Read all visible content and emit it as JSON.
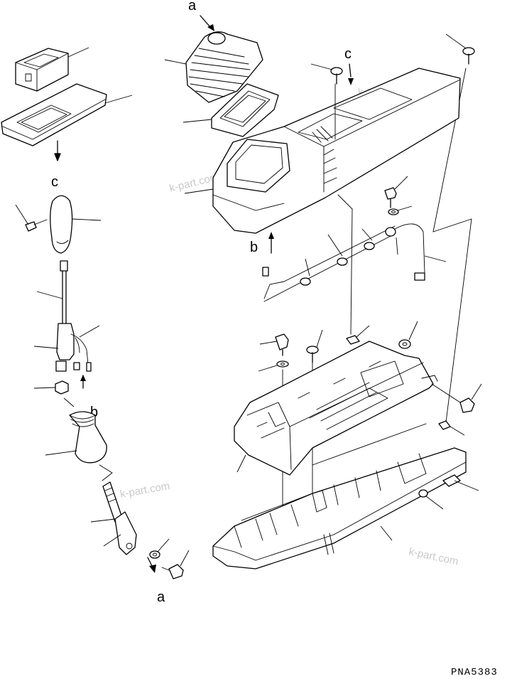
{
  "diagram": {
    "drawing_code": "PNA5383",
    "reference_labels": [
      "a",
      "b",
      "c"
    ],
    "watermark_text": "k-part.com",
    "colors": {
      "line": "#000000",
      "background": "#ffffff",
      "watermark": "#c9c9c9"
    },
    "parts": [
      "shift-boot",
      "boot-frame",
      "console-cover",
      "switch-panel",
      "switch-plate",
      "shift-knob",
      "shift-lever",
      "lever-bracket",
      "nut",
      "lever-boot",
      "lever-base",
      "washer",
      "bolt",
      "screw",
      "wire-harness",
      "console-frame",
      "console-base"
    ]
  }
}
